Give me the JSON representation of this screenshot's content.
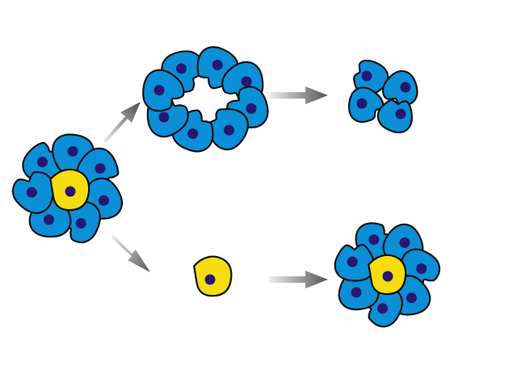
{
  "colors": {
    "background": "#ffffff",
    "blue_cell": "#0b8fd6",
    "yellow_cell": "#f5dd10",
    "nucleus": "#281673",
    "outline": "#111111",
    "arrow_dark": "#555555",
    "arrow_light": "#eeeeee"
  },
  "groups": [
    {
      "id": "initial-cluster",
      "cells": {
        "blue": 7,
        "yellow": 1
      }
    },
    {
      "id": "ring-cluster",
      "cells": {
        "blue": 8,
        "yellow": 0
      }
    },
    {
      "id": "small-cluster",
      "cells": {
        "blue": 4,
        "yellow": 0
      }
    },
    {
      "id": "isolated-cell",
      "cells": {
        "blue": 0,
        "yellow": 1
      }
    },
    {
      "id": "regrown-cluster",
      "cells": {
        "blue": 7,
        "yellow": 1
      }
    }
  ],
  "arrows": [
    {
      "from": "initial-cluster",
      "to": "ring-cluster"
    },
    {
      "from": "ring-cluster",
      "to": "small-cluster"
    },
    {
      "from": "initial-cluster",
      "to": "isolated-cell"
    },
    {
      "from": "isolated-cell",
      "to": "regrown-cluster"
    }
  ]
}
